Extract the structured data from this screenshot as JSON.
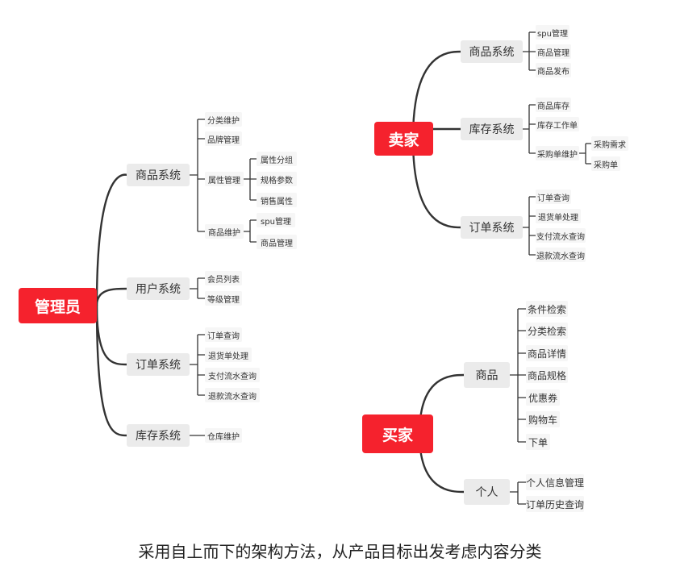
{
  "admin": {
    "root": "管理员",
    "product": {
      "label": "商品系统",
      "category": "分类维护",
      "brand": "品牌管理",
      "attr": {
        "label": "属性管理",
        "group": "属性分组",
        "spec": "规格参数",
        "sale": "销售属性"
      },
      "maint": {
        "label": "商品维护",
        "spu": "spu管理",
        "goods": "商品管理"
      }
    },
    "user": {
      "label": "用户系统",
      "members": "会员列表",
      "levels": "等级管理"
    },
    "order": {
      "label": "订单系统",
      "query": "订单查询",
      "returns": "退货单处理",
      "pay": "支付流水查询",
      "refund": "退款流水查询"
    },
    "stock": {
      "label": "库存系统",
      "warehouse": "仓库维护"
    }
  },
  "seller": {
    "root": "卖家",
    "product": {
      "label": "商品系统",
      "spu": "spu管理",
      "goods": "商品管理",
      "publish": "商品发布"
    },
    "stock": {
      "label": "库存系统",
      "inventory": "商品库存",
      "worksheet": "库存工作单",
      "purchase": {
        "label": "采购单维护",
        "need": "采购需求",
        "order": "采购单"
      }
    },
    "order": {
      "label": "订单系统",
      "query": "订单查询",
      "returns": "退货单处理",
      "pay": "支付流水查询",
      "refund": "退款流水查询"
    }
  },
  "buyer": {
    "root": "买家",
    "goods": {
      "label": "商品",
      "filter": "条件检索",
      "category": "分类检索",
      "detail": "商品详情",
      "spec": "商品规格",
      "coupon": "优惠券",
      "cart": "购物车",
      "order": "下单"
    },
    "personal": {
      "label": "个人",
      "info": "个人信息管理",
      "history": "订单历史查询"
    }
  },
  "caption": "采用自上而下的架构方法，从产品目标出发考虑内容分类"
}
